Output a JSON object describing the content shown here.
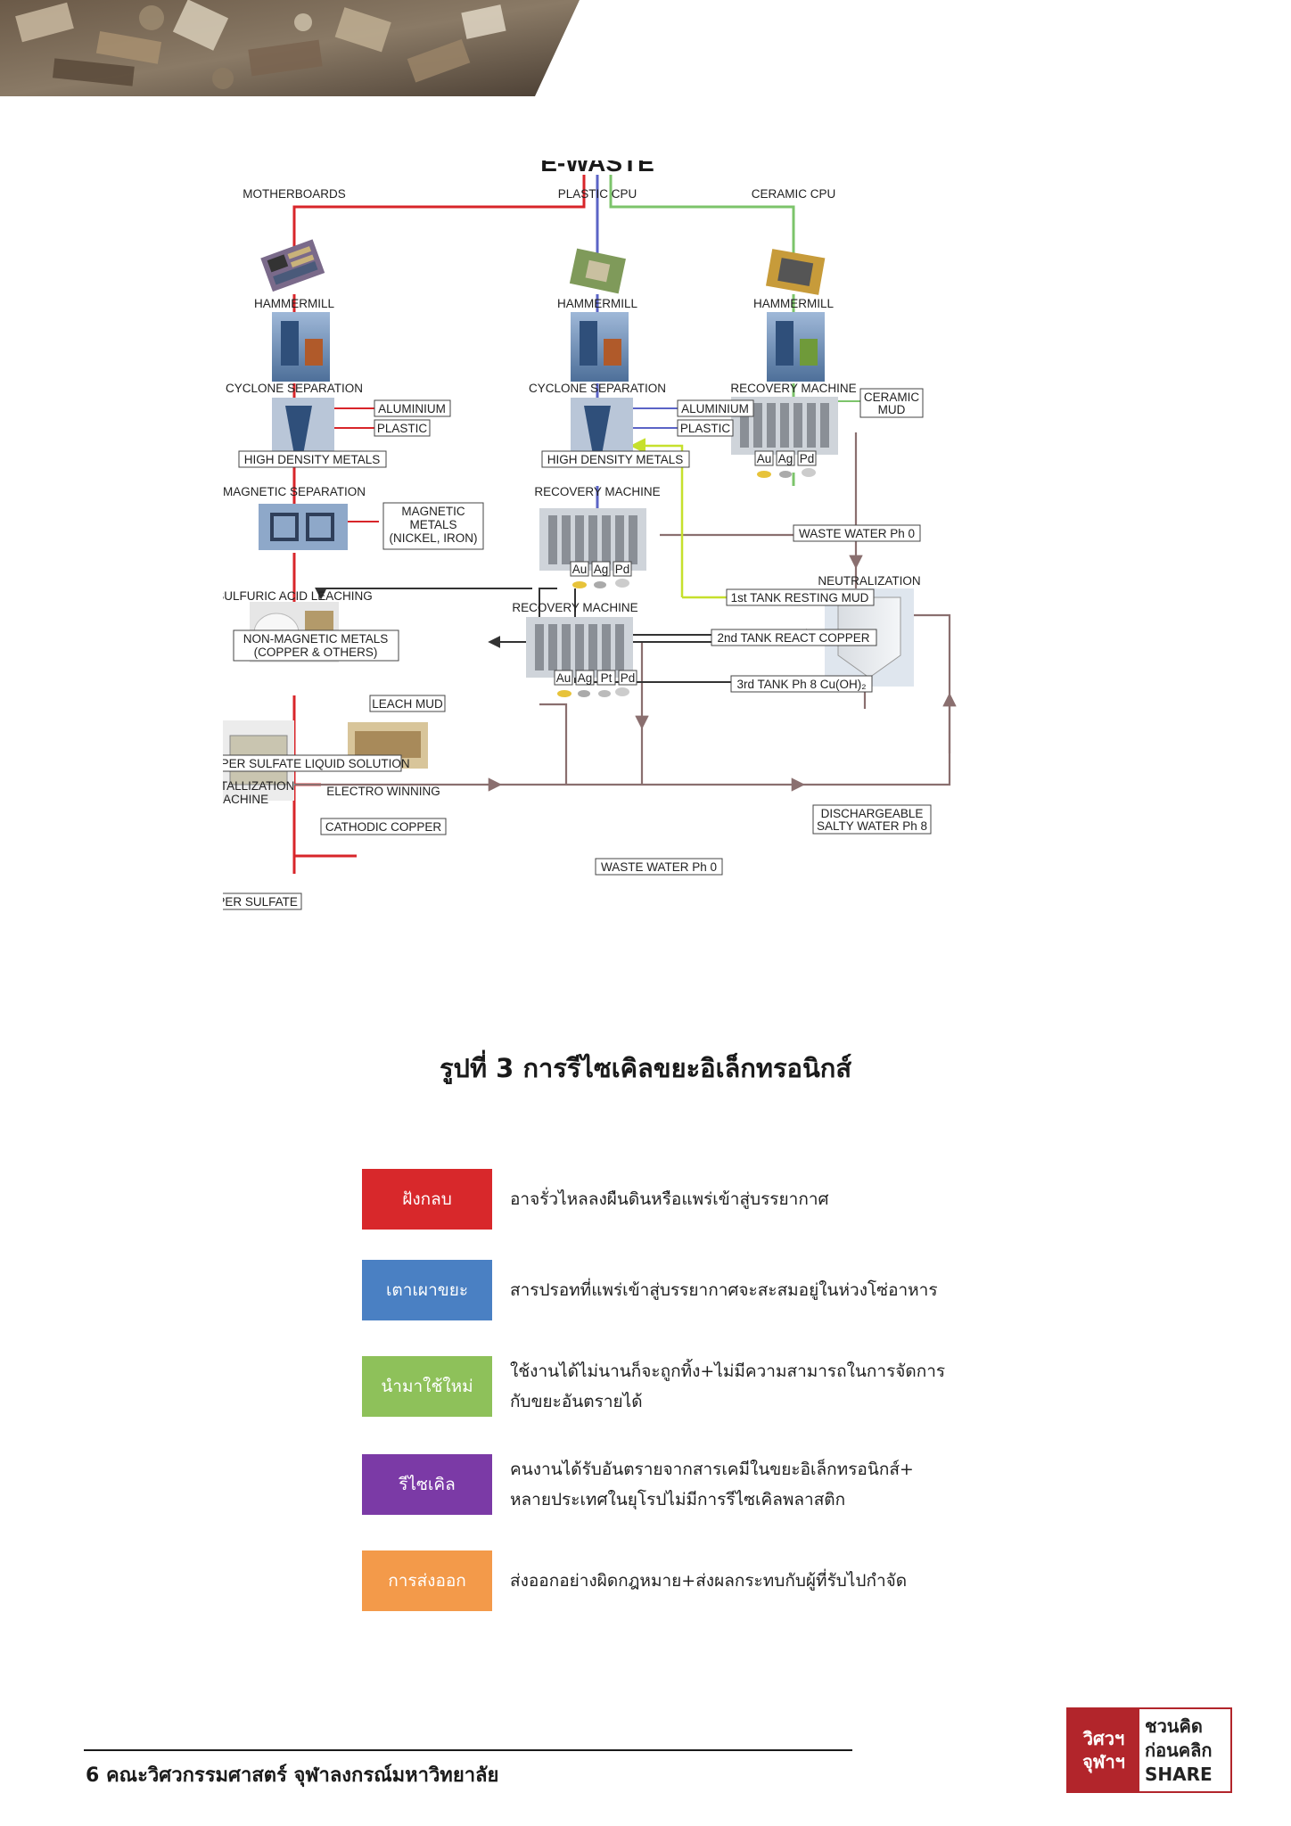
{
  "diagram": {
    "title": "E-WASTE",
    "sources": [
      "MOTHERBOARDS",
      "PLASTIC CPU",
      "CERAMIC CPU"
    ],
    "hammermill": "HAMMERMILL",
    "cyclone": "CYCLONE SEPARATION",
    "recovery_machine": "RECOVERY MACHINE",
    "aluminium": "ALUMINIUM",
    "plastic": "PLASTIC",
    "ceramic_mud": [
      "CERAMIC",
      "MUD"
    ],
    "high_density_metals": "HIGH DENSITY METALS",
    "magnetic_separation": "MAGNETIC SEPARATION",
    "magnetic_metals": [
      "MAGNETIC",
      "METALS",
      "(NICKEL, IRON)"
    ],
    "non_magnetic_metals": [
      "NON-MAGNETIC METALS",
      "(COPPER & OTHERS)"
    ],
    "metals_au": "Au",
    "metals_ag": "Ag",
    "metals_pd": "Pd",
    "metals_pt": "Pt",
    "waste_water_ph0": "WASTE WATER Ph 0",
    "neutralization": "NEUTRALIZATION",
    "tank1": "1st TANK RESTING MUD",
    "tank2": "2nd TANK REACT COPPER",
    "tank3": "3rd TANK Ph 8 Cu(OH)₂",
    "sulfuric_acid": "SULFURIC ACID LEACHING",
    "leach_mud": "LEACH MUD",
    "copper_sulfate_liquid": "COPPER SULFATE LIQUID SOLUTION",
    "crystallization": [
      "CRYSTALLIZATION",
      "MACHINE"
    ],
    "electro_winning": "ELECTRO WINNING",
    "cathodic_copper": "CATHODIC COPPER",
    "copper_sulfate": "COPPER SULFATE",
    "dischargeable": [
      "DISCHARGEABLE",
      "SALTY WATER Ph 8"
    ],
    "colors": {
      "red": "#d8252a",
      "blue": "#5b64c6",
      "green": "#7cc46b",
      "yellow": "#c6e02c",
      "brown": "#8a6f6f",
      "dark": "#333333"
    }
  },
  "caption": "รูปที่ 3 การรีไซเคิลขยะอิเล็กทรอนิกส์",
  "legend": [
    {
      "label": "ฝังกลบ",
      "color": "#d8282b",
      "desc": [
        "อาจรั่วไหลลงผืนดินหรือแพร่เข้าสู่บรรยากาศ"
      ]
    },
    {
      "label": "เตาเผาขยะ",
      "color": "#4a80c3",
      "desc": [
        "สารปรอทที่แพร่เข้าสู่บรรยากาศจะสะสมอยู่ในห่วงโซ่อาหาร"
      ]
    },
    {
      "label": "นำมาใช้ใหม่",
      "color": "#8ec15a",
      "desc": [
        "ใช้งานได้ไม่นานก็จะถูกทิ้ง+ไม่มีความสามารถในการจัดการ",
        "กับขยะอันตรายได้"
      ]
    },
    {
      "label": "รีไซเคิล",
      "color": "#7b3aa6",
      "desc": [
        "คนงานได้รับอันตรายจากสารเคมีในขยะอิเล็กทรอนิกส์+",
        "หลายประเทศในยุโรปไม่มีการรีไซเคิลพลาสติก"
      ]
    },
    {
      "label": "การส่งออก",
      "color": "#f39a4a",
      "desc": [
        "ส่งออกอย่างผิดกฎหมาย+ส่งผลกระทบกับผู้ที่รับไปกำจัด"
      ]
    }
  ],
  "footer": {
    "text": "6 คณะวิศวกรรมศาสตร์ จุฬาลงกรณ์มหาวิทยาลัย"
  },
  "logo": {
    "left": [
      "วิศวฯ",
      "จุฬาฯ"
    ],
    "right": [
      "ชวนคิด",
      "ก่อนคลิก",
      "SHARE"
    ]
  }
}
